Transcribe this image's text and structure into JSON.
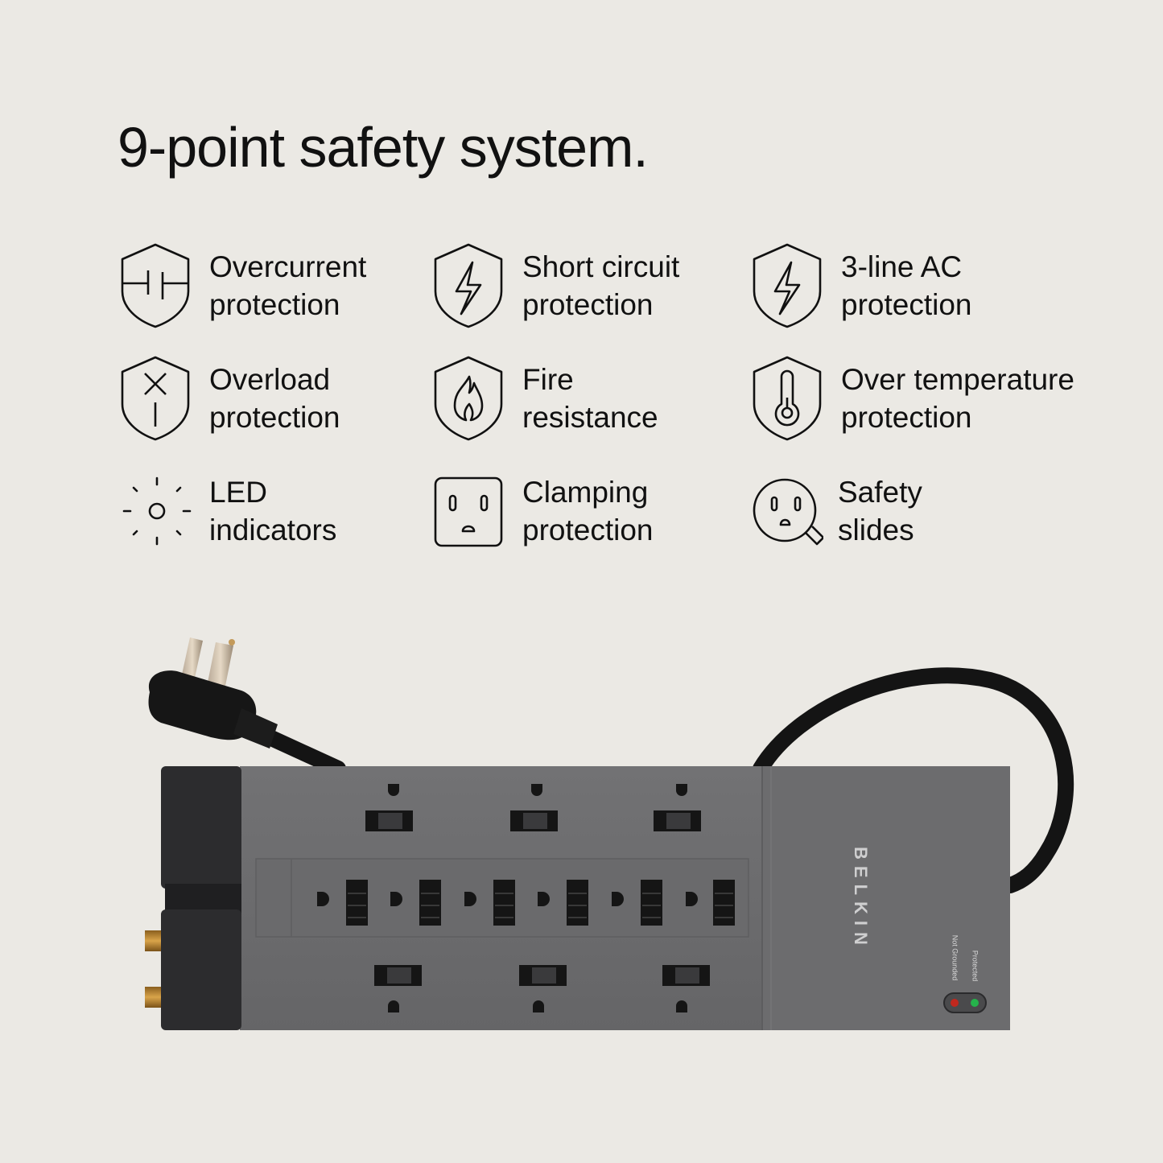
{
  "page": {
    "title": "9-point safety system.",
    "background_color": "#ebe9e4"
  },
  "features": [
    {
      "icon": "shield-capacitor-icon",
      "line1": "Overcurrent",
      "line2": "protection"
    },
    {
      "icon": "shield-lightning-icon",
      "line1": "Short circuit",
      "line2": "protection"
    },
    {
      "icon": "shield-lightning-icon",
      "line1": "3-line AC",
      "line2": "protection"
    },
    {
      "icon": "shield-switch-icon",
      "line1": "Overload",
      "line2": "protection"
    },
    {
      "icon": "shield-flame-icon",
      "line1": "Fire",
      "line2": "resistance"
    },
    {
      "icon": "shield-thermometer-icon",
      "line1": "Over temperature",
      "line2": "protection"
    },
    {
      "icon": "led-light-icon",
      "line1": "LED",
      "line2": "indicators"
    },
    {
      "icon": "outlet-icon",
      "line1": "Clamping",
      "line2": "protection"
    },
    {
      "icon": "outlet-magnifier-icon",
      "line1": "Safety",
      "line2": "slides"
    }
  ],
  "product": {
    "brand": "BELKIN",
    "indicator_labels": [
      "Not Grounded",
      "Protected"
    ],
    "indicator_colors": {
      "not_grounded": "#c0281e",
      "protected": "#25b34b"
    },
    "body_color": "#6b6b6d",
    "outlet_count": 12
  }
}
